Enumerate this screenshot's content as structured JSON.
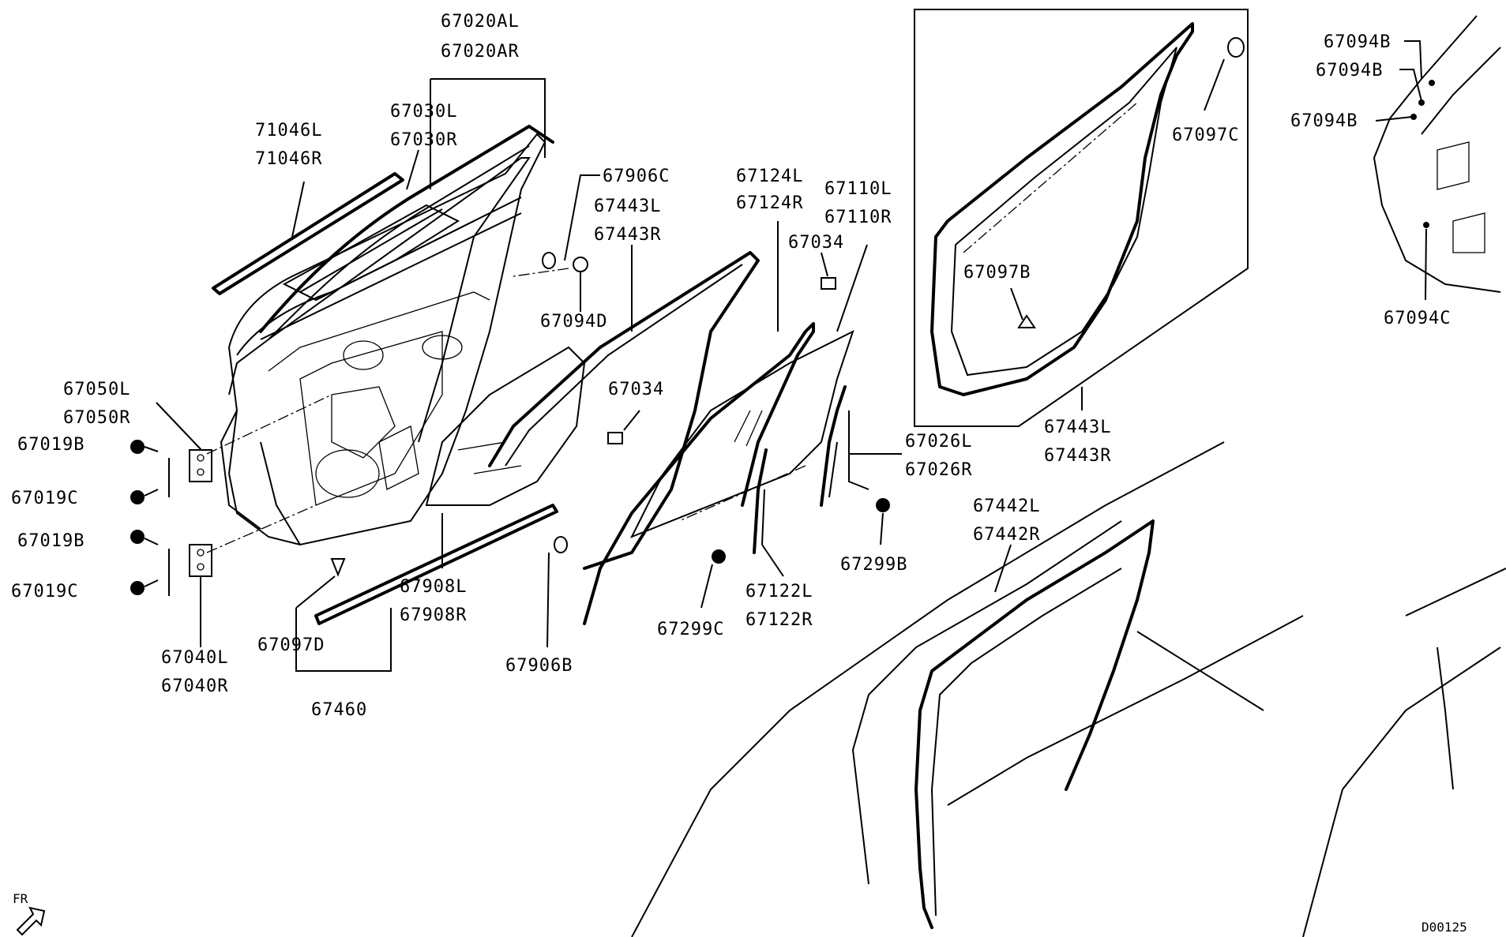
{
  "labels": {
    "l_67020AL": "67020AL",
    "l_67020AR": "67020AR",
    "l_67030L": "67030L",
    "l_67030R": "67030R",
    "l_71046L": "71046L",
    "l_71046R": "71046R",
    "l_67906C": "67906C",
    "l_67443L_a": "67443L",
    "l_67443R_a": "67443R",
    "l_67124L": "67124L",
    "l_67124R": "67124R",
    "l_67110L": "67110L",
    "l_67110R": "67110R",
    "l_67034_a": "67034",
    "l_67094D": "67094D",
    "l_67034_b": "67034",
    "l_67050L": "67050L",
    "l_67050R": "67050R",
    "l_67019B_a": "67019B",
    "l_67019C_a": "67019C",
    "l_67019B_b": "67019B",
    "l_67019C_b": "67019C",
    "l_67040L": "67040L",
    "l_67040R": "67040R",
    "l_67097D": "67097D",
    "l_67460": "67460",
    "l_67908L": "67908L",
    "l_67908R": "67908R",
    "l_67906B": "67906B",
    "l_67299C": "67299C",
    "l_67122L": "67122L",
    "l_67122R": "67122R",
    "l_67026L": "67026L",
    "l_67026R": "67026R",
    "l_67299B": "67299B",
    "l_67097C": "67097C",
    "l_67097B": "67097B",
    "l_67443L_b": "67443L",
    "l_67443R_b": "67443R",
    "l_67094B_a": "67094B",
    "l_67094B_b": "67094B",
    "l_67094B_c": "67094B",
    "l_67094C": "67094C",
    "l_67442L": "67442L",
    "l_67442R": "67442R",
    "direction": "FR",
    "diagram_code": "D00125"
  }
}
